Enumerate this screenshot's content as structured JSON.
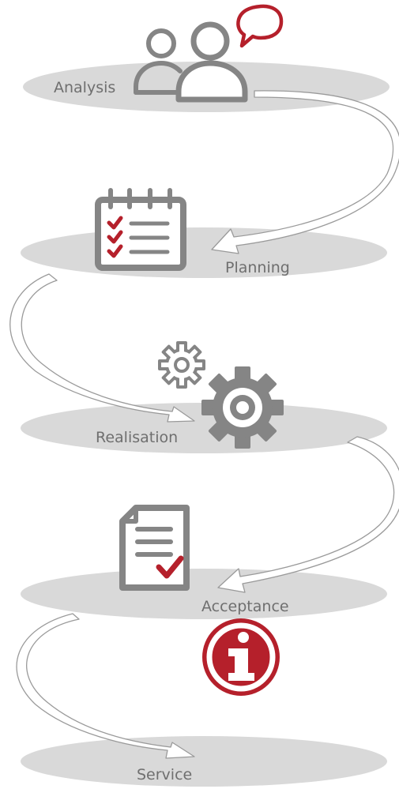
{
  "colors": {
    "ellipse": "#d9d9d9",
    "icon": "#858585",
    "accent": "#b5202b",
    "arrow_fill": "#ffffff",
    "arrow_stroke": "#9a9a9a",
    "label": "#6f6f6f"
  },
  "steps": [
    {
      "label": "Analysis",
      "icon": "people-speech-icon"
    },
    {
      "label": "Planning",
      "icon": "checklist-notepad-icon"
    },
    {
      "label": "Realisation",
      "icon": "gears-icon"
    },
    {
      "label": "Acceptance",
      "icon": "approved-document-icon"
    },
    {
      "label": "Service",
      "icon": "info-badge-icon"
    }
  ]
}
